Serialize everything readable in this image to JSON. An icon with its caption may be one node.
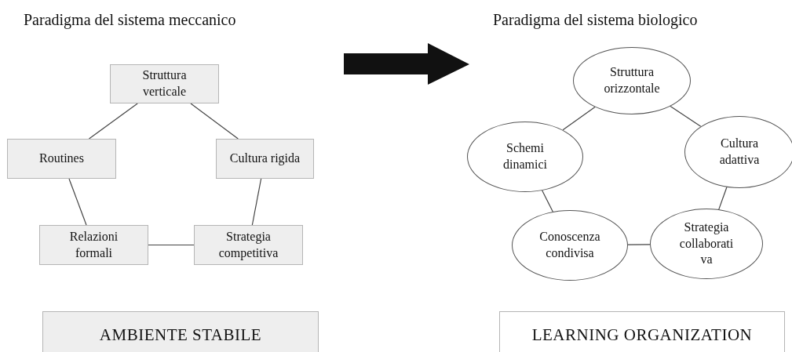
{
  "diagram": {
    "nodes": [
      {
        "text": [
          "Struttura verticale"
        ]
      },
      {
        "text": [
          "Routines"
        ]
      },
      {
        "text": [
          "Cultura rigida"
        ]
      },
      {
        "text": [
          "Relazioni formali"
        ]
      },
      {
        "text": [
          "Strategia competitiva"
        ]
      },
      {
        "text": [
          "Struttura orizzontale"
        ]
      },
      {
        "text": [
          "Schemi dinamici"
        ]
      },
      {
        "text": [
          "Cultura adattiva"
        ]
      },
      {
        "text": [
          "Conoscenza condivisa"
        ]
      },
      {
        "text": [
          "Strategia collaborativa"
        ]
      },
      {
        "text": [
          "AMBIENTE STABILE"
        ]
      },
      {
        "text": [
          "LEARNING ORGANIZATION"
        ]
      }
    ],
    "edges": [
      {
        "from": 0,
        "to": 1,
        "arrow": "none"
      },
      {
        "from": 0,
        "to": 2,
        "arrow": "none"
      },
      {
        "from": 1,
        "to": 3,
        "arrow": "none"
      },
      {
        "from": 2,
        "to": 4,
        "arrow": "none"
      },
      {
        "from": 3,
        "to": 4,
        "arrow": "none"
      },
      {
        "from": 5,
        "to": 6,
        "arrow": "none"
      },
      {
        "from": 5,
        "to": 7,
        "arrow": "none"
      },
      {
        "from": 6,
        "to": 8,
        "arrow": "none"
      },
      {
        "from": 7,
        "to": 9,
        "arrow": "none"
      },
      {
        "from": 8,
        "to": 9,
        "arrow": "none"
      }
    ],
    "labels": [
      "Paradigma del sistema meccanico",
      "Paradigma del sistema biologico"
    ]
  }
}
